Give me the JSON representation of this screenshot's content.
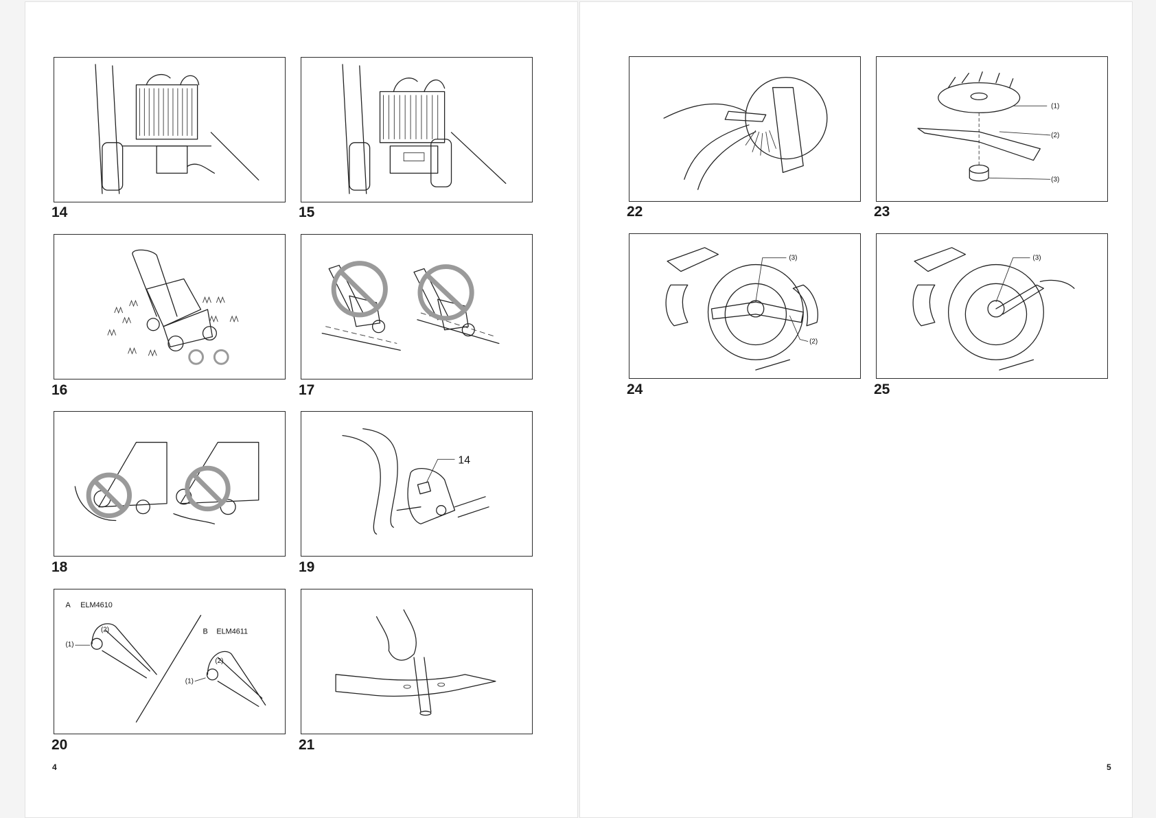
{
  "figures": [
    {
      "number": "14"
    },
    {
      "number": "15"
    },
    {
      "number": "16"
    },
    {
      "number": "17"
    },
    {
      "number": "18"
    },
    {
      "number": "19",
      "callout": "14"
    },
    {
      "number": "20",
      "label_a": "A",
      "model_a": "ELM4610",
      "label_b": "B",
      "model_b": "ELM4611",
      "part_1": "(1)",
      "part_2": "(2)"
    },
    {
      "number": "21"
    },
    {
      "number": "22"
    },
    {
      "number": "23",
      "part_1": "(1)",
      "part_2": "(2)",
      "part_3": "(3)"
    },
    {
      "number": "24",
      "part_3": "(3)",
      "part_2": "(2)"
    },
    {
      "number": "25",
      "part_3": "(3)"
    }
  ],
  "page_numbers": {
    "left": "4",
    "right": "5"
  },
  "colors": {
    "line": "#222222",
    "prohibition": "#9a9a9a",
    "page": "#ffffff",
    "background": "#f4f4f4"
  }
}
